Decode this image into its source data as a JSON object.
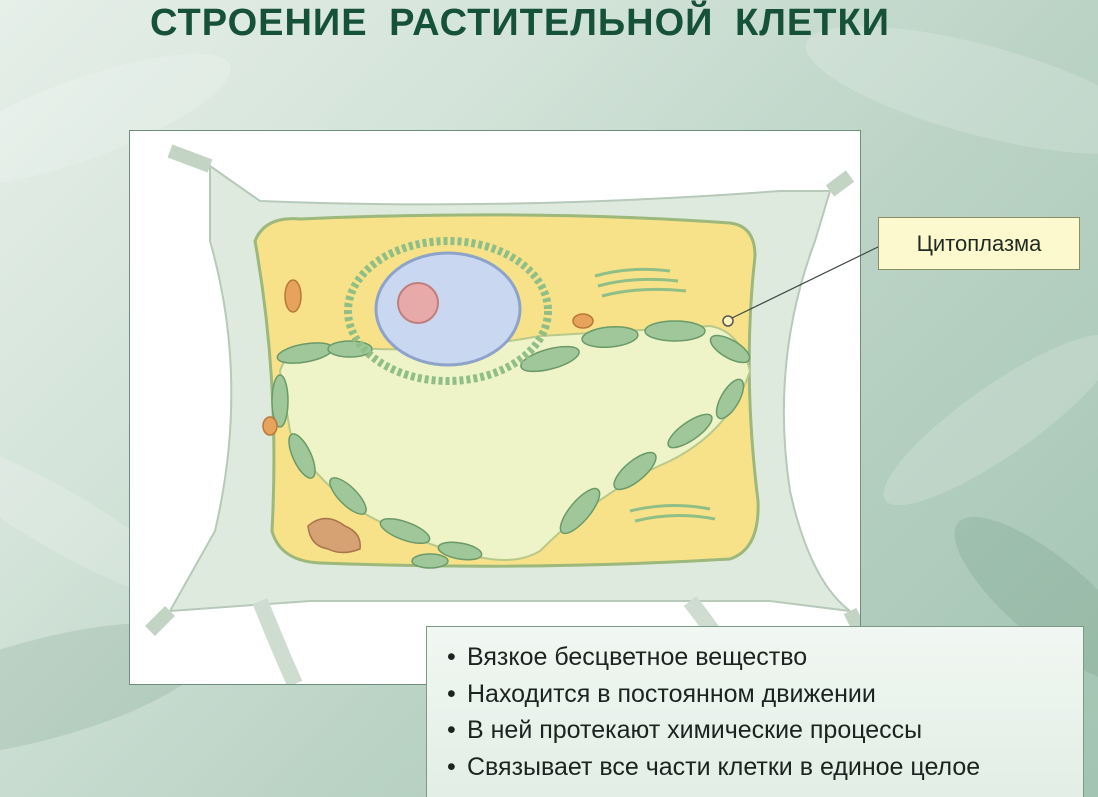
{
  "title": "СТРОЕНИЕ  РАСТИТЕЛЬНОЙ  КЛЕТКИ",
  "callout": {
    "label": "Цитоплазма"
  },
  "info": {
    "items": [
      "Вязкое бесцветное вещество",
      "Находится в постоянном движении",
      "В ней протекают химические процессы",
      "Связывает все части клетки в единое целое"
    ]
  },
  "colors": {
    "title": "#16523a",
    "cytoplasm": "#f7e28a",
    "cell_wall": "#dde9dc",
    "vacuole": "#eef3c8",
    "chloroplast": "#9fc79a",
    "nucleus": "#c9d8f0",
    "nucleolus": "#e8a9a9"
  }
}
